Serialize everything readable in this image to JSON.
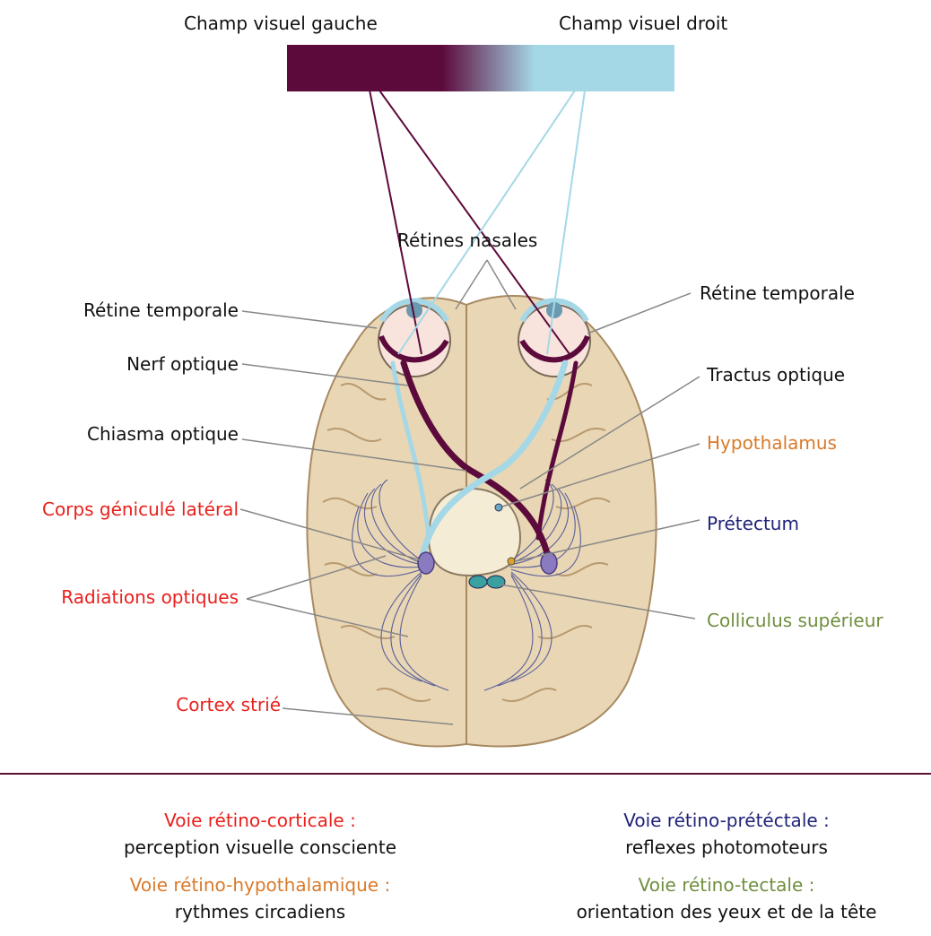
{
  "fields": {
    "left": "Champ visuel gauche",
    "right": "Champ visuel droit"
  },
  "labels": {
    "retines_nasales": "Rétines nasales",
    "retine_temporale_left": "Rétine temporale",
    "retine_temporale_right": "Rétine temporale",
    "nerf_optique": "Nerf optique",
    "tractus_optique": "Tractus optique",
    "chiasma_optique": "Chiasma optique",
    "hypothalamus": "Hypothalamus",
    "corps_genicule": "Corps géniculé latéral",
    "pretectum": "Prétectum",
    "radiations": "Radiations optiques",
    "colliculus": "Colliculus supérieur",
    "cortex": "Cortex strié"
  },
  "legend": {
    "corticale_title": "Voie rétino-corticale :",
    "corticale_desc": "perception visuelle consciente",
    "hypothalamique_title": "Voie rétino-hypothalamique :",
    "hypothalamique_desc": "rythmes circadiens",
    "pretectale_title": "Voie rétino-prétéctale :",
    "pretectale_desc": "reflexes photomoteurs",
    "tectale_title": "Voie rétino-tectale :",
    "tectale_desc": "orientation des yeux et de la tête"
  },
  "colors": {
    "left_field": "#5c0a3c",
    "right_field": "#a5d8e6",
    "red": "#e8201c",
    "orange": "#d97a2b",
    "navy": "#1f237a",
    "green": "#6f8f3e",
    "brain": "#e9d6b4",
    "divider": "#5a1033"
  }
}
